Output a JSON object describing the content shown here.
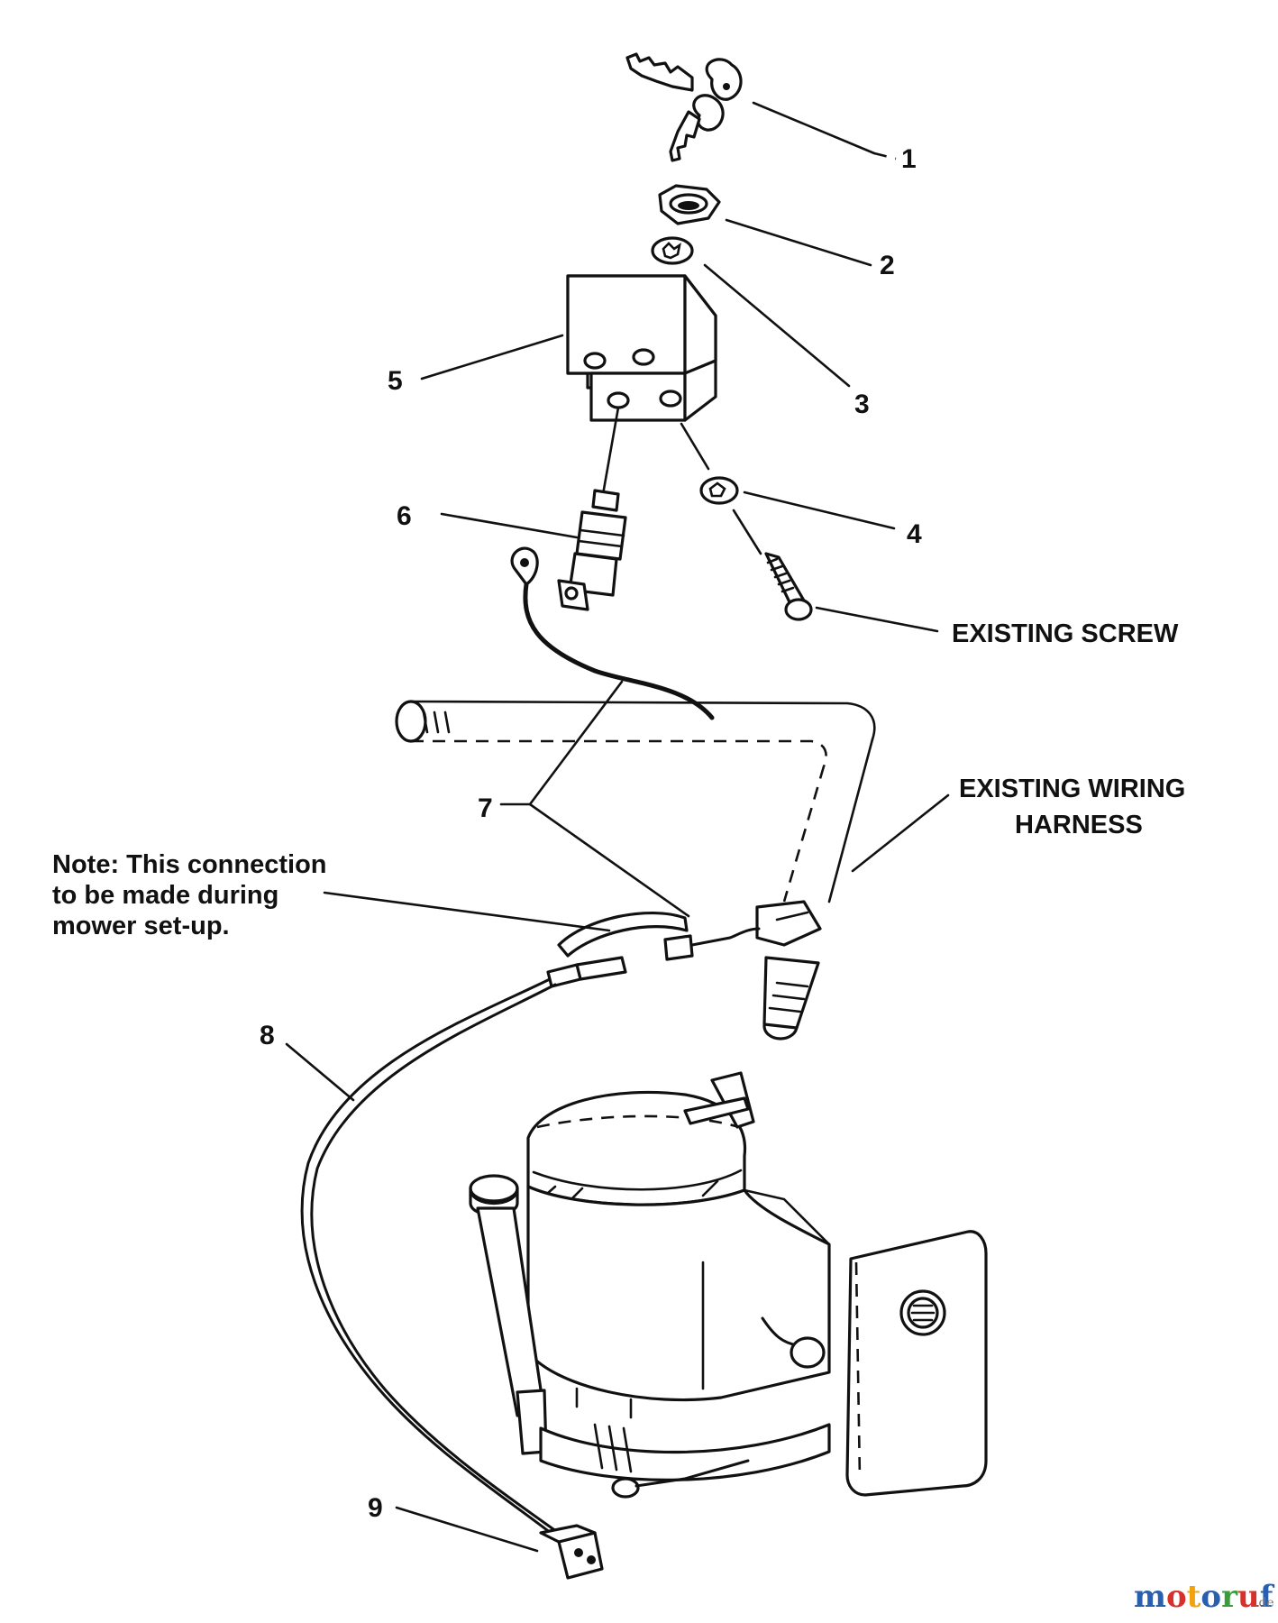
{
  "callouts": [
    {
      "id": "1",
      "label": "1"
    },
    {
      "id": "2",
      "label": "2"
    },
    {
      "id": "3",
      "label": "3"
    },
    {
      "id": "4",
      "label": "4"
    },
    {
      "id": "5",
      "label": "5"
    },
    {
      "id": "6",
      "label": "6"
    },
    {
      "id": "7",
      "label": "7"
    },
    {
      "id": "8",
      "label": "8"
    },
    {
      "id": "9",
      "label": "9"
    }
  ],
  "annotations": {
    "existing_screw": "EXISTING SCREW",
    "wiring_harness_line1": "EXISTING WIRING",
    "wiring_harness_line2": "HARNESS",
    "note_line1": "Note: This connection",
    "note_line2": "to be made during",
    "note_line3": "mower set-up."
  },
  "watermark": {
    "letters": [
      "m",
      "o",
      "t",
      "o",
      "r",
      "u",
      "f"
    ],
    "letter_colors": [
      "#2a5fb0",
      "#d8312b",
      "#f2a20c",
      "#2a5fb0",
      "#3a9b3a",
      "#d8312b",
      "#2a5fb0"
    ],
    "suffix": ".de"
  }
}
